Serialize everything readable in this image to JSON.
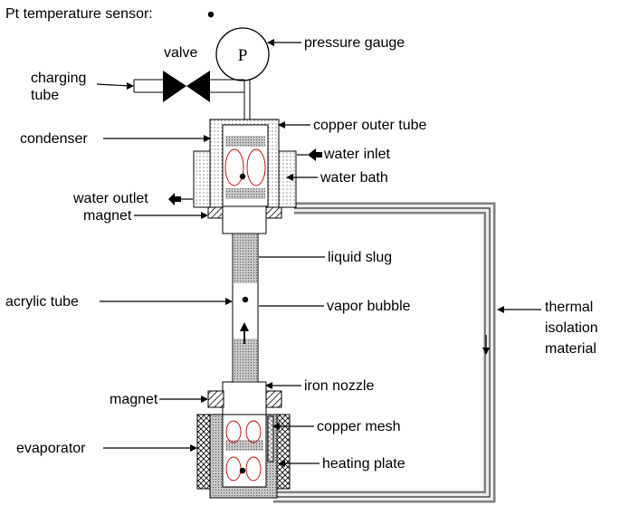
{
  "labels": {
    "pt_sensor": "Pt temperature sensor:",
    "valve": "valve",
    "gauge_symbol": "P",
    "pressure_gauge": "pressure gauge",
    "charging_tube_1": "charging",
    "charging_tube_2": "tube",
    "condenser": "condenser",
    "copper_outer_tube": "copper outer tube",
    "water_inlet": "water inlet",
    "water_bath": "water bath",
    "water_outlet": "water outlet",
    "magnet_top": "magnet",
    "liquid_slug": "liquid slug",
    "acrylic_tube": "acrylic tube",
    "vapor_bubble": "vapor bubble",
    "thermal_1": "thermal",
    "thermal_2": "isolation",
    "thermal_3": "material",
    "iron_nozzle": "iron nozzle",
    "magnet_bottom": "magnet",
    "copper_mesh": "copper mesh",
    "evaporator": "evaporator",
    "heating_plate": "heating plate"
  },
  "colors": {
    "stroke": "#000000",
    "liquid": "#c8c8c8",
    "insulation_outer": "#808080",
    "insulation_inner": "#ececec",
    "loop_circles": "#c00000"
  }
}
